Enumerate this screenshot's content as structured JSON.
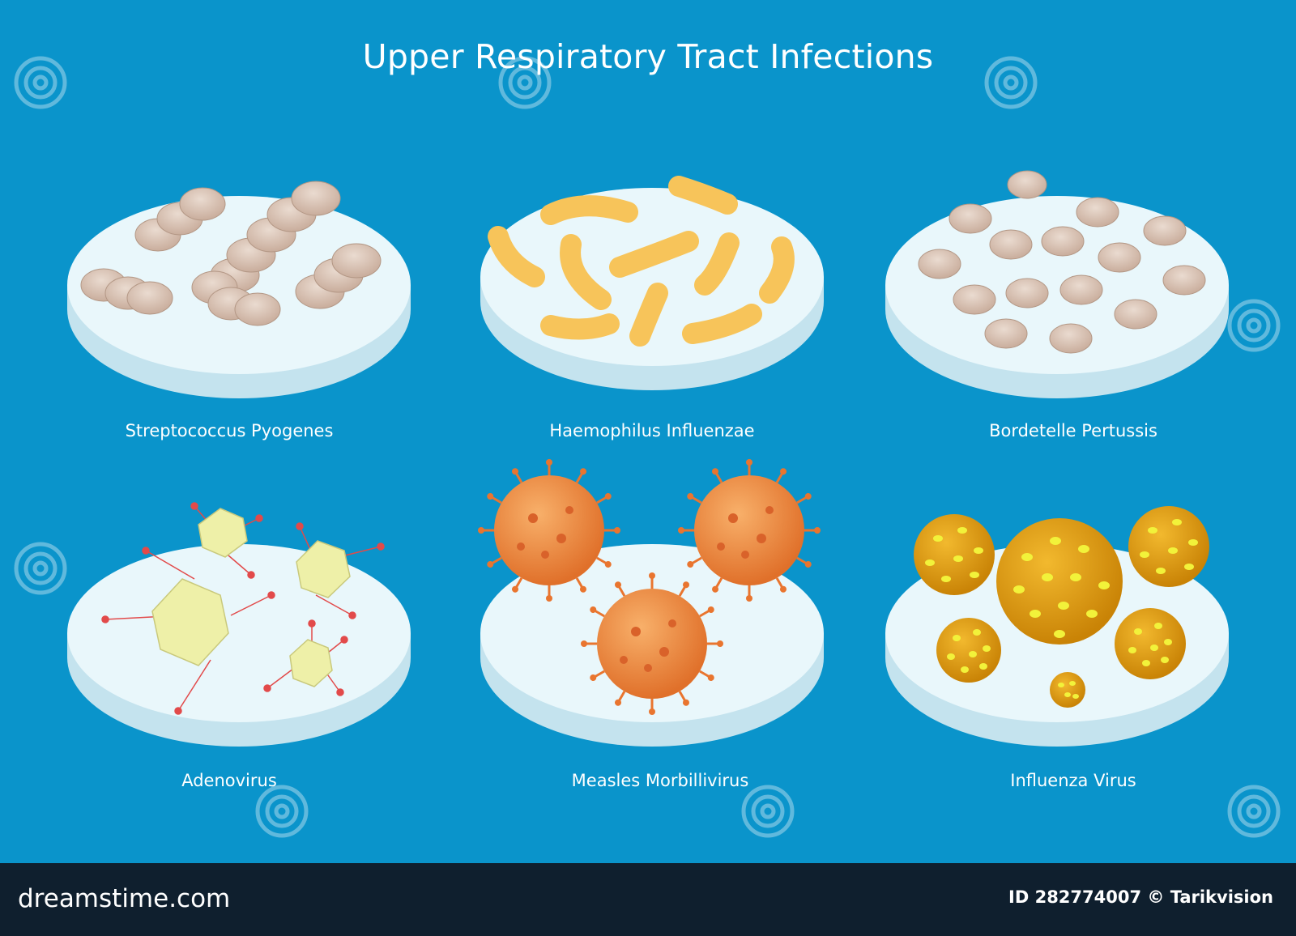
{
  "title": "Upper Respiratory Tract Infections",
  "organisms": [
    {
      "name": "Streptococcus Pyogenes",
      "icon": "streptococcus-icon"
    },
    {
      "name": "Haemophilus Influenzae",
      "icon": "bacillus-icon"
    },
    {
      "name": "Bordetelle Pertussis",
      "icon": "coccobacillus-icon"
    },
    {
      "name": "Adenovirus",
      "icon": "adenovirus-icon"
    },
    {
      "name": "Measles Morbillivirus",
      "icon": "measles-virus-icon"
    },
    {
      "name": "Influenza Virus",
      "icon": "influenza-virus-icon"
    }
  ],
  "watermark": {
    "text": "dreamstime",
    "icon": "swirl-logo-icon"
  },
  "footer": {
    "brand": "dreamstime.com",
    "credit": "ID 282774007 © Tarikvision"
  },
  "colors": {
    "background": "#0a94cb",
    "dish": "#e9f7fb",
    "dish_side": "#c4e3ee",
    "footer": "#0f1f2e",
    "coccus": "#d8c2b4",
    "bacillus": "#f7c45a",
    "adenovirus": "#eef0a8",
    "measles": "#f08a3c",
    "influenza": "#e5a010"
  }
}
